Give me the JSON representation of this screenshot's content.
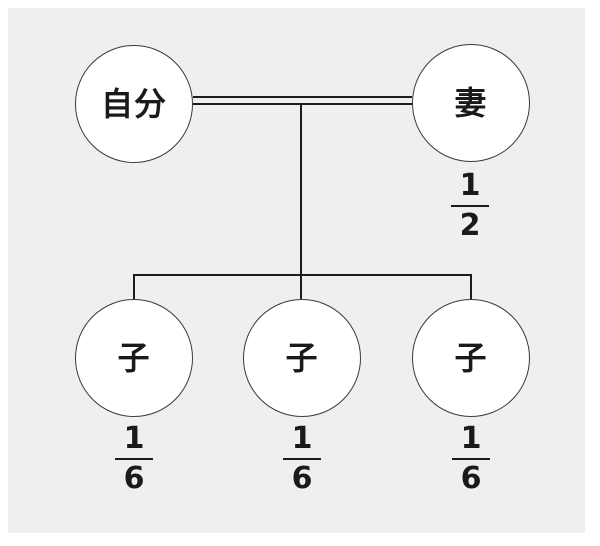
{
  "diagram": {
    "type": "family-tree-inheritance",
    "nodes": [
      {
        "id": "self",
        "label": "自分",
        "share": null
      },
      {
        "id": "wife",
        "label": "妻",
        "share": {
          "numerator": "1",
          "denominator": "2"
        }
      },
      {
        "id": "child-1",
        "label": "子",
        "share": {
          "numerator": "1",
          "denominator": "6"
        }
      },
      {
        "id": "child-2",
        "label": "子",
        "share": {
          "numerator": "1",
          "denominator": "6"
        }
      },
      {
        "id": "child-3",
        "label": "子",
        "share": {
          "numerator": "1",
          "denominator": "6"
        }
      }
    ],
    "relationships": [
      {
        "from": "self",
        "to": "wife",
        "style": "double-line"
      },
      {
        "from": "couple",
        "to": "child-1",
        "style": "single-line"
      },
      {
        "from": "couple",
        "to": "child-2",
        "style": "single-line"
      },
      {
        "from": "couple",
        "to": "child-3",
        "style": "single-line"
      }
    ]
  },
  "colors": {
    "page_background": "#ffffff",
    "panel_background": "#efefef",
    "circle_fill": "#ffffff",
    "circle_border": "#3a3a3a",
    "line": "#1c1c1c",
    "text": "#1a1a1a"
  }
}
